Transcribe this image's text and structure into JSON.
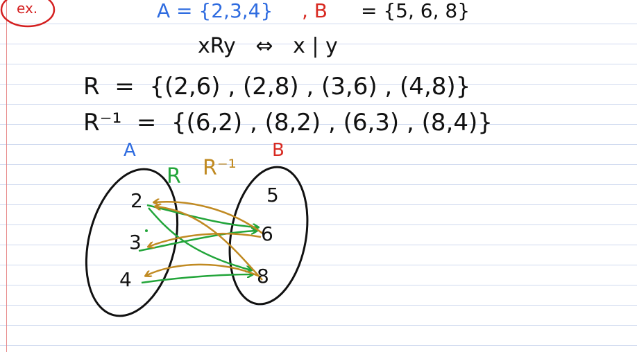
{
  "example_label": "ex.",
  "set_a_definition": "A = {2,3,4}",
  "set_b_name": ", B",
  "set_b_definition": "= {5, 6, 8}",
  "relation_definition": "xRy   ⇔   x | y",
  "r_set": "R  =  {(2,6) , (2,8) , (3,6) , (4,8)}",
  "r_inverse_set": "R⁻¹  =  {(6,2) , (8,2) , (6,3) , (8,4)}",
  "diagram": {
    "set_a_label": "A",
    "set_b_label": "B",
    "relation_label": "R",
    "inverse_label": "R⁻¹",
    "set_a_elements": [
      "2",
      "3",
      "4"
    ],
    "set_b_elements": [
      "5",
      "6",
      "8"
    ],
    "r_pairs": [
      [
        "2",
        "6"
      ],
      [
        "2",
        "8"
      ],
      [
        "3",
        "6"
      ],
      [
        "4",
        "8"
      ]
    ],
    "r_inverse_pairs": [
      [
        "6",
        "2"
      ],
      [
        "8",
        "2"
      ],
      [
        "6",
        "3"
      ],
      [
        "8",
        "4"
      ]
    ]
  },
  "colors": {
    "ink": "#111111",
    "set_a": "#2f6ce0",
    "set_b": "#d82a22",
    "relation": "#22a53a",
    "inverse": "#c08a22",
    "example_circle": "#d41f1f",
    "ruled_line": "#cfd9ef",
    "margin_line": "#e88a8a"
  }
}
